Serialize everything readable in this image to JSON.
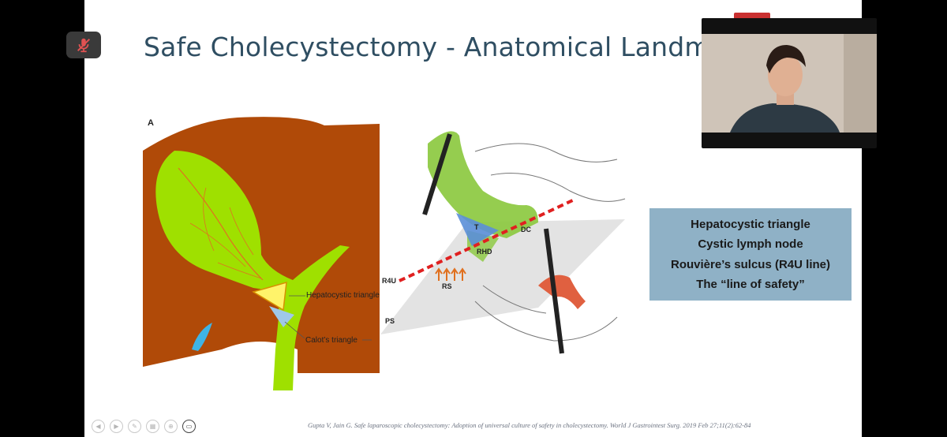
{
  "slide": {
    "title": "Safe Cholecystectomy - Anatomical Landmarks",
    "figure_a": {
      "panel_letter": "A",
      "hepatocystic_label": "Hepatocystic triangle",
      "calot_label": "Calot’s triangle"
    },
    "figure_b": {
      "labels": {
        "t": "T",
        "dc": "DC",
        "rhd": "RHD",
        "r4u": "R4U",
        "rs": "RS",
        "ps": "PS"
      }
    },
    "info_box": {
      "lines": [
        "Hepatocystic triangle",
        "Cystic lymph node",
        "Rouvière’s sulcus (R4U line)",
        "The “line of safety”"
      ]
    },
    "citation": "Gupta V, Jain G. Safe laparoscopic cholecystectomy: Adoption of universal culture of safety in cholecystectomy. World J Gastrointest Surg. 2019 Feb 27;11(2):62-84"
  },
  "controls": {
    "mic_icon": "microphone-muted-icon",
    "toolbar_icons": [
      "back-icon",
      "forward-icon",
      "pen-icon",
      "slides-icon",
      "zoom-icon",
      "video-icon"
    ]
  },
  "colors": {
    "title": "#2f4e62",
    "info_box": "#8fb1c6",
    "liver": "#b04a08",
    "gallbladder": "#9fe000",
    "safety_line": "#e02020",
    "mic_muted": "#e05252"
  }
}
